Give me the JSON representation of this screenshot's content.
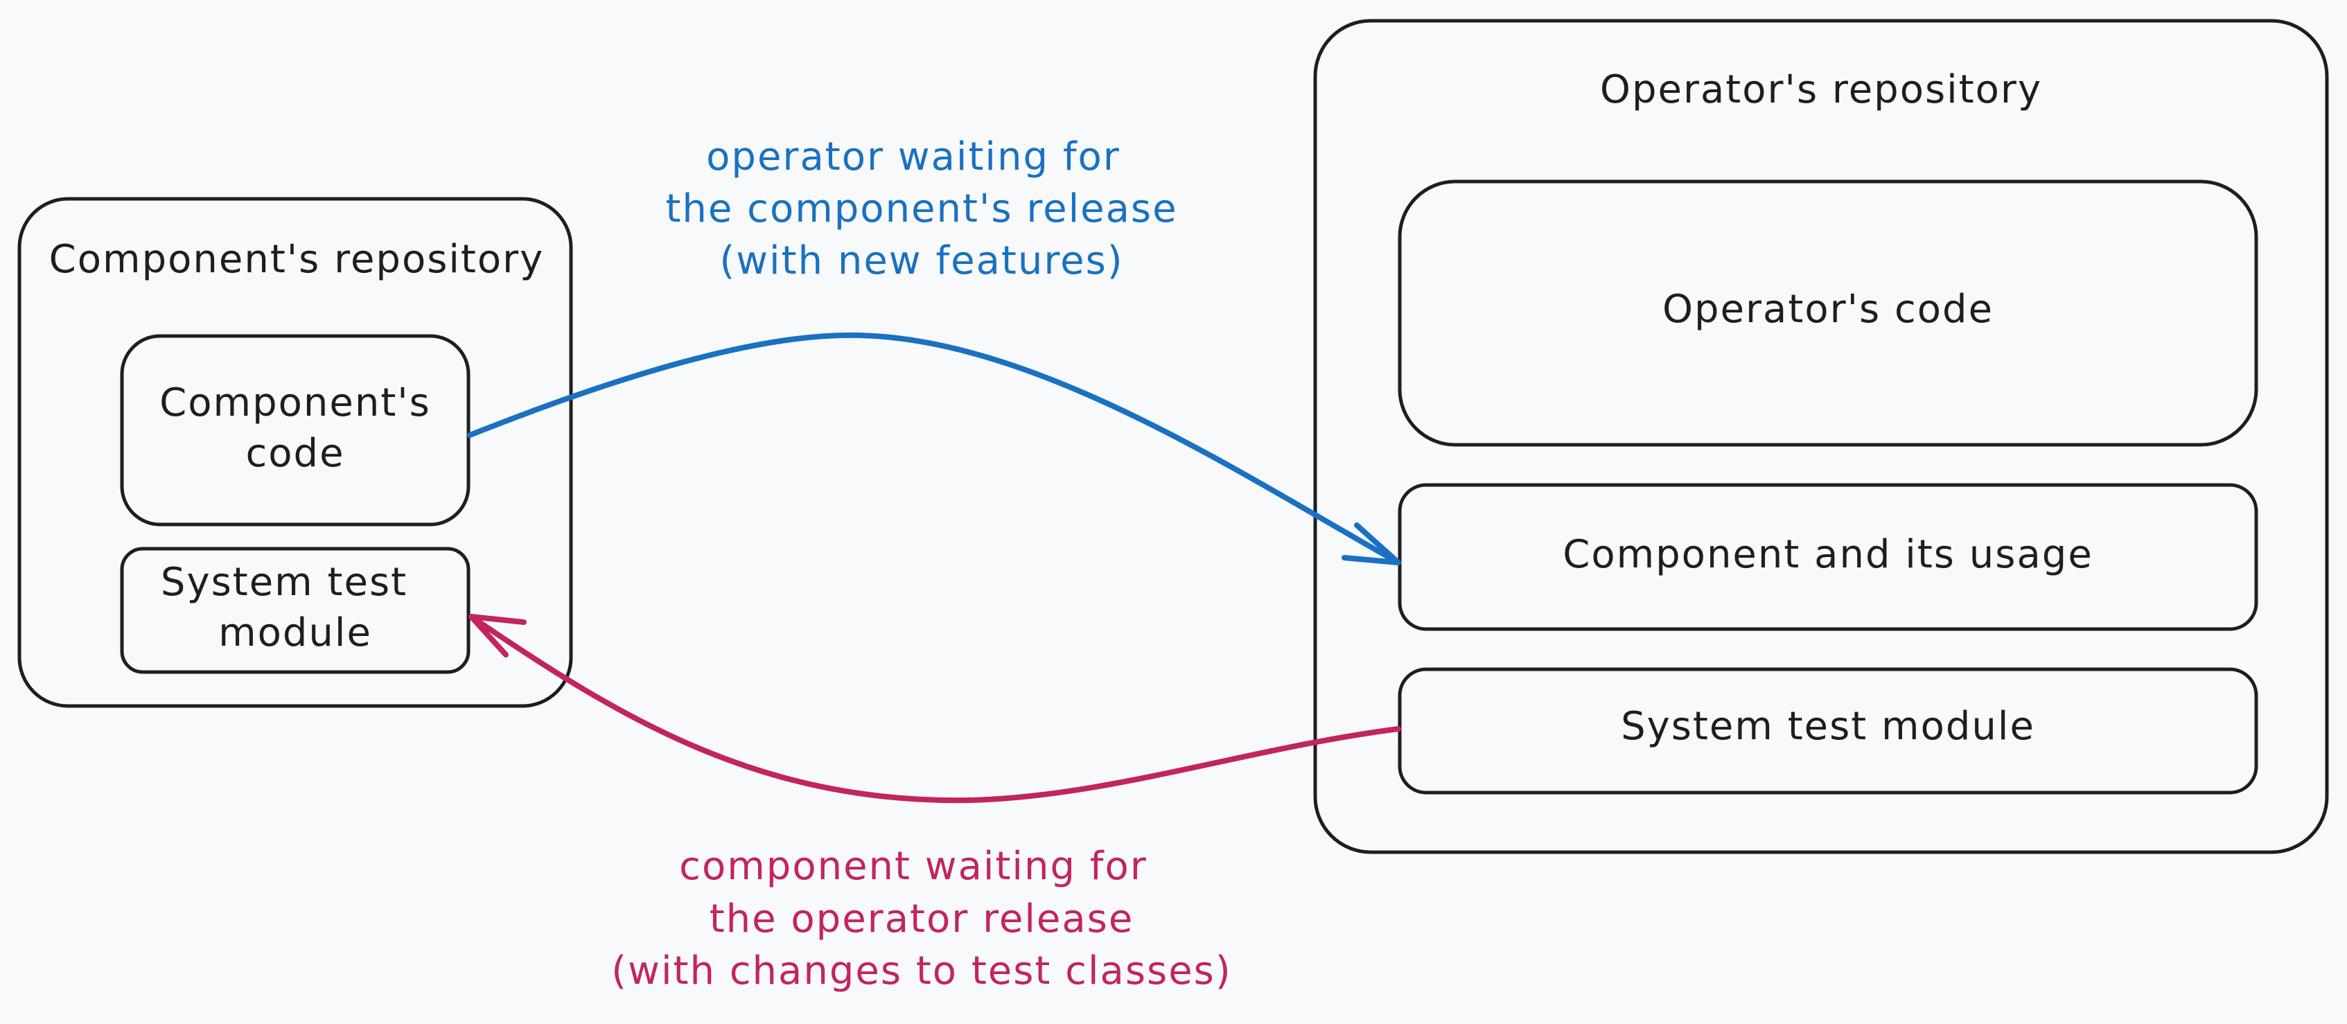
{
  "colors": {
    "background": "#f8f9fa",
    "stroke": "#1e1e1e",
    "blue": "#1971c2",
    "red": "#c2255c"
  },
  "component_repo": {
    "title": "Component's repository",
    "code_line1": "Component's",
    "code_line2": "code",
    "test_line1": "System test",
    "test_line2": "module"
  },
  "operator_repo": {
    "title": "Operator's repository",
    "code": "Operator's code",
    "usage": "Component and its usage",
    "test": "System test module"
  },
  "blue_note": {
    "line1": "operator waiting for",
    "line2": "the component's release",
    "line3": "(with new features)"
  },
  "red_note": {
    "line1": "component waiting for",
    "line2": "the operator release",
    "line3": "(with changes to test classes)"
  }
}
